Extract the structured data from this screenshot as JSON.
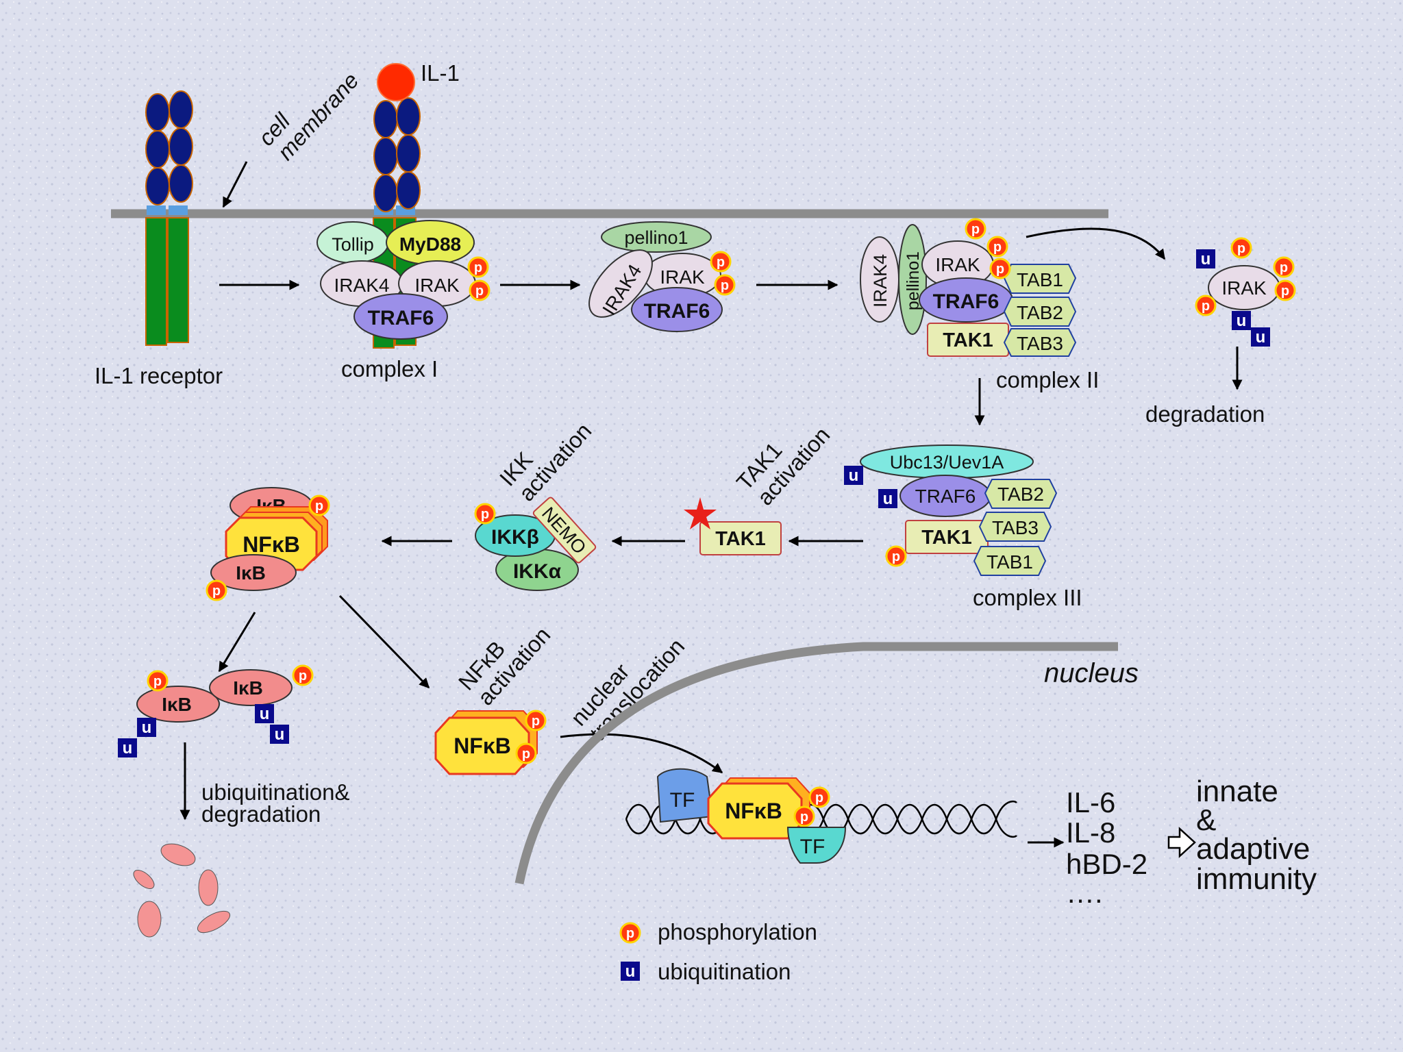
{
  "labels": {
    "cell_membrane_1": "cell",
    "cell_membrane_2": "membrane",
    "il1": "IL-1",
    "il1_receptor": "IL-1 receptor",
    "complex_1": "complex I",
    "complex_2": "complex II",
    "complex_3": "complex III",
    "degradation": "degradation",
    "ikk_activation_1": "IKK",
    "ikk_activation_2": "activation",
    "tak1_activation_1": "TAK1",
    "tak1_activation_2": "activation",
    "nfkb_activation_1": "NFκB",
    "nfkb_activation_2": "activation",
    "nuclear_translocation_1": "nuclear",
    "nuclear_translocation_2": "translocation",
    "nucleus": "nucleus",
    "ubiquitination_degradation_1": "ubiquitination&",
    "ubiquitination_degradation_2": "degradation"
  },
  "proteins": {
    "tollip": "Tollip",
    "myd88": "MyD88",
    "irak4": "IRAK4",
    "irak": "IRAK",
    "traf6": "TRAF6",
    "pellino1": "pellino1",
    "tab1": "TAB1",
    "tab2": "TAB2",
    "tab3": "TAB3",
    "tak1": "TAK1",
    "ubc13": "Ubc13/Uev1A",
    "nemo": "NEMO",
    "ikkb": "IKKβ",
    "ikka": "IKKα",
    "ikb": "IκB",
    "nfkb": "NFκB",
    "tf": "TF"
  },
  "markers": {
    "p": "p",
    "u": "u"
  },
  "outputs": [
    "IL-6",
    "IL-8",
    "hBD-2",
    "…."
  ],
  "immunity": [
    "innate",
    "&",
    "adaptive",
    "immunity"
  ],
  "legend": {
    "phosphorylation": "phosphorylation",
    "ubiquitination": "ubiquitination"
  },
  "colors": {
    "background": "#dde0ee",
    "receptor_blue": "#0b1a80",
    "receptor_green": "#0a8c1e",
    "membrane": "#8c8c8c",
    "irak": "#e8dce8",
    "traf6": "#9b8fe8",
    "myd88": "#e6ee55",
    "tollip": "#c6f2d6",
    "pellino": "#a9d6a4",
    "tab": "#d7e8a6",
    "tak1": "#e8edb4",
    "ubc13": "#7fe8e0",
    "ikkb": "#59d8d0",
    "ikka": "#8fd48f",
    "ikb": "#f28c8c",
    "nfkb": "#ffe23c",
    "p_marker": "#ff3b10",
    "u_marker": "#0a0a8c"
  }
}
